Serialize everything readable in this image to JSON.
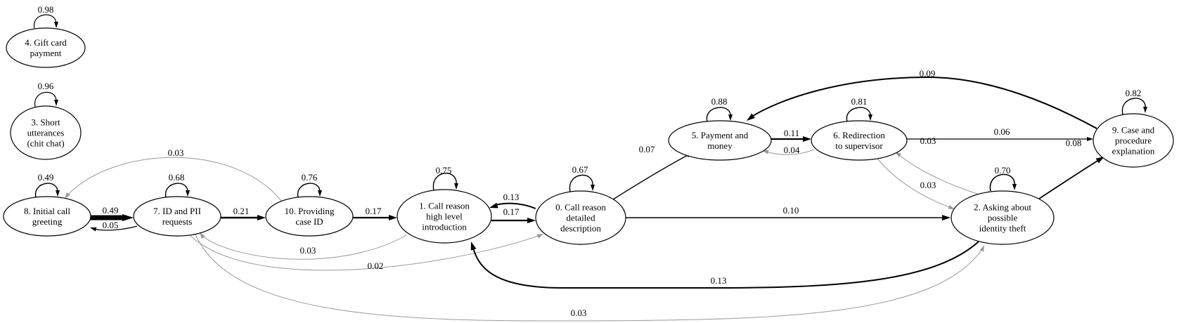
{
  "nodes": [
    {
      "id": "n4",
      "lines": [
        "4. Gift card",
        "payment"
      ]
    },
    {
      "id": "n3",
      "lines": [
        "3. Short",
        "utterances",
        "(chit chat)"
      ]
    },
    {
      "id": "n8",
      "lines": [
        "8. Initial call",
        "greeting"
      ]
    },
    {
      "id": "n7",
      "lines": [
        "7. ID and PII",
        "requests"
      ]
    },
    {
      "id": "n10",
      "lines": [
        "10. Providing",
        "case ID"
      ]
    },
    {
      "id": "n1",
      "lines": [
        "1. Call reason",
        "high level",
        "introduction"
      ]
    },
    {
      "id": "n0",
      "lines": [
        "0. Call reason",
        "detailed",
        "description"
      ]
    },
    {
      "id": "n5",
      "lines": [
        "5. Payment and",
        "money"
      ]
    },
    {
      "id": "n6",
      "lines": [
        "6. Redirection",
        "to supervisor"
      ]
    },
    {
      "id": "n2",
      "lines": [
        "2. Asking about",
        "possible",
        "identity theft"
      ]
    },
    {
      "id": "n9",
      "lines": [
        "9. Case and",
        "procedure",
        "explanation"
      ]
    }
  ],
  "edges": [
    {
      "id": "e-4-4",
      "label": "0.98",
      "color": "#000000"
    },
    {
      "id": "e-3-3",
      "label": "0.96",
      "color": "#000000"
    },
    {
      "id": "e-8-8",
      "label": "0.49",
      "color": "#000000"
    },
    {
      "id": "e-7-7",
      "label": "0.68",
      "color": "#000000"
    },
    {
      "id": "e-10-10",
      "label": "0.76",
      "color": "#000000"
    },
    {
      "id": "e-1-1",
      "label": "0.75",
      "color": "#000000"
    },
    {
      "id": "e-0-0",
      "label": "0.67",
      "color": "#000000"
    },
    {
      "id": "e-5-5",
      "label": "0.88",
      "color": "#000000"
    },
    {
      "id": "e-6-6",
      "label": "0.81",
      "color": "#000000"
    },
    {
      "id": "e-2-2",
      "label": "0.70",
      "color": "#000000"
    },
    {
      "id": "e-9-9",
      "label": "0.82",
      "color": "#000000"
    },
    {
      "id": "e-8-7",
      "label": "0.49",
      "color": "#000000"
    },
    {
      "id": "e-7-8",
      "label": "0.05",
      "color": "#000000"
    },
    {
      "id": "e-7-10",
      "label": "0.21",
      "color": "#000000"
    },
    {
      "id": "e-10-8",
      "label": "0.03",
      "color": "#999999"
    },
    {
      "id": "e-10-1",
      "label": "0.17",
      "color": "#000000"
    },
    {
      "id": "e-1-7",
      "label": "0.03",
      "color": "#999999"
    },
    {
      "id": "e-7-0",
      "label": "0.02",
      "color": "#999999"
    },
    {
      "id": "e-7-2",
      "label": "0.03",
      "color": "#999999"
    },
    {
      "id": "e-0-1",
      "label": "0.13",
      "color": "#000000"
    },
    {
      "id": "e-1-0",
      "label": "0.17",
      "color": "#000000"
    },
    {
      "id": "e-0-5",
      "label": "0.07",
      "color": "#000000"
    },
    {
      "id": "e-0-2",
      "label": "0.10",
      "color": "#000000"
    },
    {
      "id": "e-5-6",
      "label": "0.11",
      "color": "#000000"
    },
    {
      "id": "e-6-5",
      "label": "0.04",
      "color": "#999999"
    },
    {
      "id": "e-6-9",
      "label": "0.06",
      "color": "#000000"
    },
    {
      "id": "e-9-5",
      "label": "0.09",
      "color": "#000000"
    },
    {
      "id": "e-6-2",
      "label": "0.03",
      "color": "#999999"
    },
    {
      "id": "e-2-6",
      "label": "0.03",
      "color": "#999999"
    },
    {
      "id": "e-2-9",
      "label": "0.08",
      "color": "#000000"
    },
    {
      "id": "e-2-1",
      "label": "0.13",
      "color": "#000000"
    }
  ]
}
